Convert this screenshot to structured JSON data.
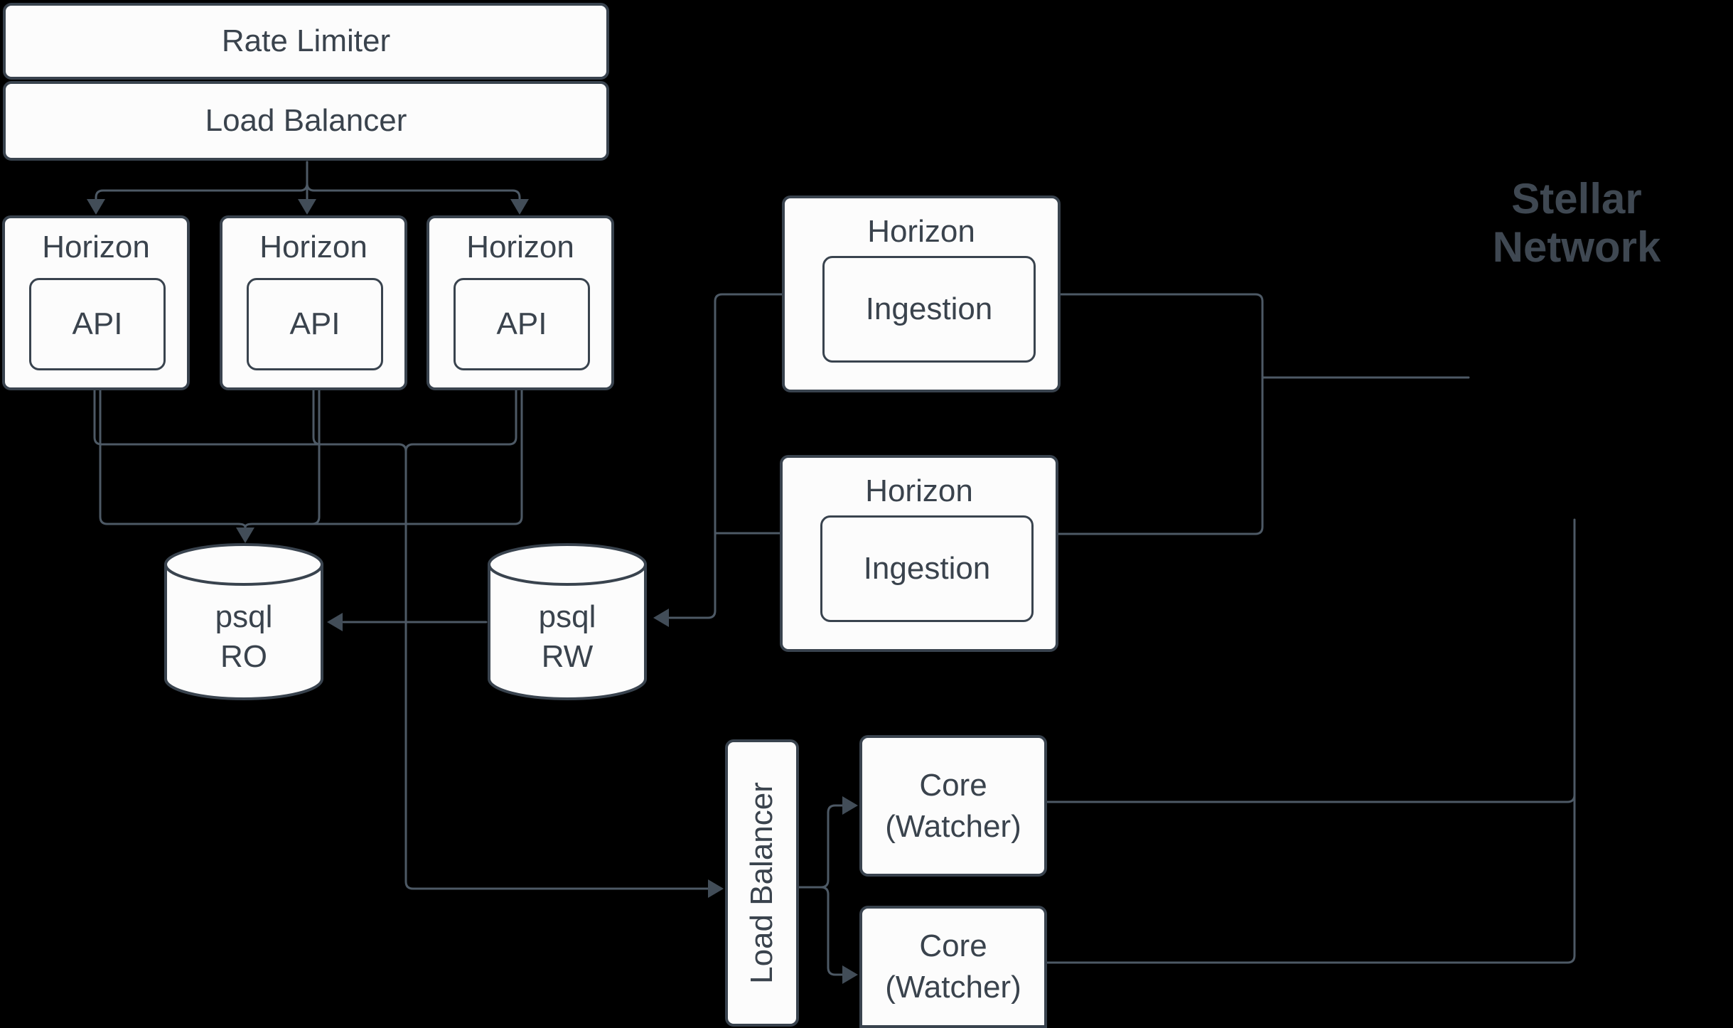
{
  "diagram": {
    "colors": {
      "background": "#000000",
      "node_fill": "#fcfcfc",
      "node_border": "#39434e",
      "edge": "#4d5965",
      "arrowhead": "#424d58",
      "text": "#3a434d",
      "network_label_text": "#3f4852"
    },
    "nodes": {
      "rate_limiter": {
        "label": "Rate Limiter"
      },
      "load_balancer_top": {
        "label": "Load Balancer"
      },
      "horizon_api_1": {
        "label": "Horizon",
        "sublabel": "API"
      },
      "horizon_api_2": {
        "label": "Horizon",
        "sublabel": "API"
      },
      "horizon_api_3": {
        "label": "Horizon",
        "sublabel": "API"
      },
      "horizon_ingestion_1": {
        "label": "Horizon",
        "sublabel": "Ingestion"
      },
      "horizon_ingestion_2": {
        "label": "Horizon",
        "sublabel": "Ingestion"
      },
      "psql_ro": {
        "lines": [
          "psql",
          "RO"
        ]
      },
      "psql_rw": {
        "lines": [
          "psql",
          "RW"
        ]
      },
      "load_balancer_bottom": {
        "label": "Load Balancer"
      },
      "core_watcher_1": {
        "lines": [
          "Core",
          "(Watcher)"
        ]
      },
      "core_watcher_2": {
        "lines": [
          "Core",
          "(Watcher)"
        ]
      },
      "stellar_network": {
        "lines": [
          "Stellar",
          "Network"
        ]
      }
    },
    "edges": [
      {
        "from": "load_balancer_top",
        "to": "horizon_api_1",
        "arrow": true
      },
      {
        "from": "load_balancer_top",
        "to": "horizon_api_2",
        "arrow": true
      },
      {
        "from": "load_balancer_top",
        "to": "horizon_api_3",
        "arrow": true
      },
      {
        "from": "horizon_api_1",
        "to": "psql_ro",
        "arrow": true
      },
      {
        "from": "horizon_api_2",
        "to": "psql_ro",
        "arrow": true
      },
      {
        "from": "horizon_api_3",
        "to": "psql_ro",
        "arrow": true
      },
      {
        "from": "horizon_api_1",
        "to": "load_balancer_bottom",
        "arrow": true
      },
      {
        "from": "horizon_api_2",
        "to": "load_balancer_bottom",
        "arrow": true
      },
      {
        "from": "horizon_api_3",
        "to": "load_balancer_bottom",
        "arrow": true
      },
      {
        "from": "psql_rw",
        "to": "psql_ro",
        "arrow": true
      },
      {
        "from": "horizon_ingestion_1",
        "to": "psql_rw",
        "arrow": true
      },
      {
        "from": "horizon_ingestion_2",
        "to": "psql_rw",
        "arrow": true
      },
      {
        "from": "horizon_ingestion_1",
        "to": "stellar_network",
        "arrow": false
      },
      {
        "from": "horizon_ingestion_2",
        "to": "stellar_network",
        "arrow": false
      },
      {
        "from": "load_balancer_bottom",
        "to": "core_watcher_1",
        "arrow": true
      },
      {
        "from": "load_balancer_bottom",
        "to": "core_watcher_2",
        "arrow": true
      },
      {
        "from": "core_watcher_1",
        "to": "stellar_network",
        "arrow": false
      },
      {
        "from": "core_watcher_2",
        "to": "stellar_network",
        "arrow": false
      }
    ]
  }
}
